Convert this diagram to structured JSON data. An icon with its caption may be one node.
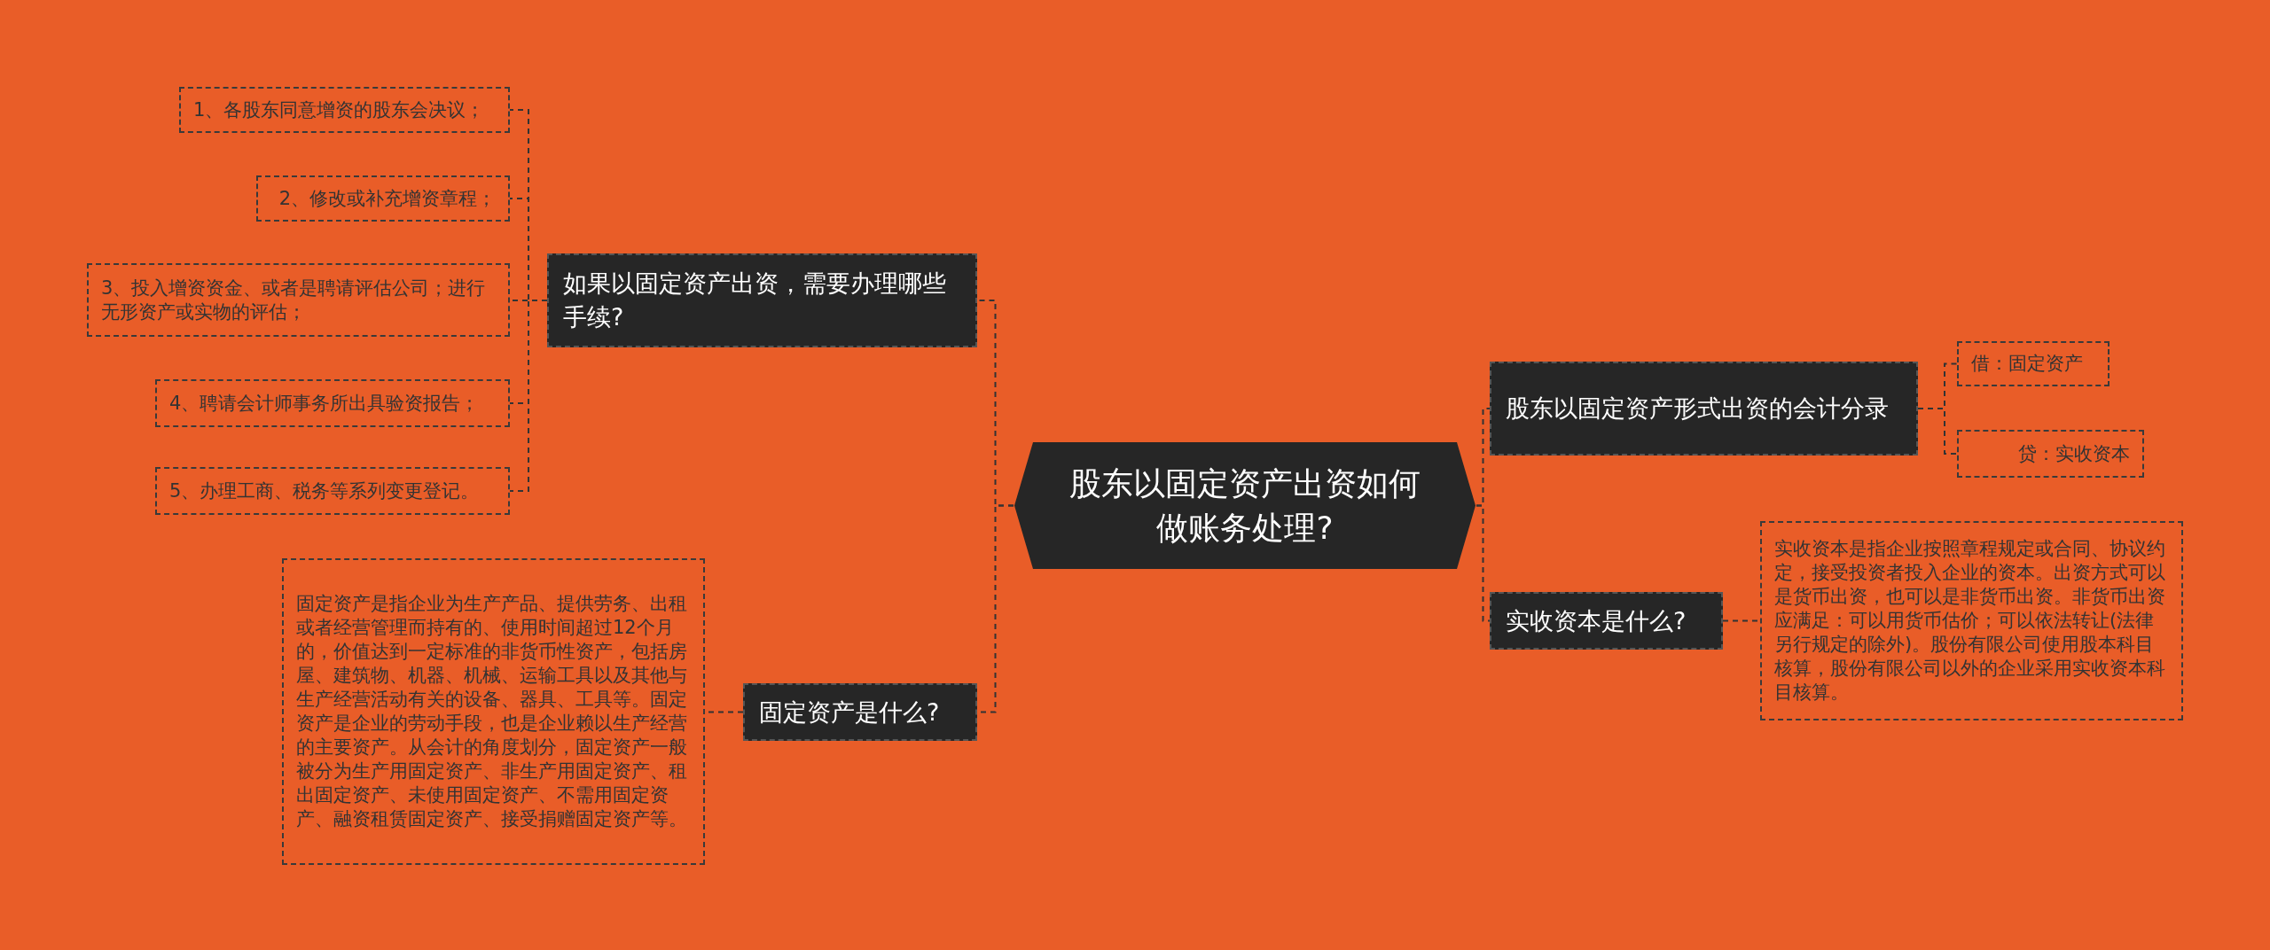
{
  "diagram": {
    "nodes": [
      {
        "text": [
          "股东以固定资产出资如何做账务处理?"
        ]
      },
      {
        "text": [
          "如果以固定资产出资，需要办理哪些手续?"
        ]
      },
      {
        "text": [
          "1、各股东同意增资的股东会决议；"
        ]
      },
      {
        "text": [
          "2、修改或补充增资章程；"
        ]
      },
      {
        "text": [
          "3、投入增资资金、或者是聘请评估公司；进行无形资产或实物的评估；"
        ]
      },
      {
        "text": [
          "4、聘请会计师事务所出具验资报告；"
        ]
      },
      {
        "text": [
          "5、办理工商、税务等系列变更登记。"
        ]
      },
      {
        "text": [
          "固定资产是什么?"
        ]
      },
      {
        "text": [
          "固定资产是指企业为生产产品、提供劳务、出租或者经营管理而持有的、使用时间超过12个月的，价值达到一定标准的非货币性资产，包括房屋、建筑物、机器、机械、运输工具以及其他与生产经营活动有关的设备、器具、工具等。固定资产是企业的劳动手段，也是企业赖以生产经营的主要资产。从会计的角度划分，固定资产一般被分为生产用固定资产、非生产用固定资产、租出固定资产、未使用固定资产、不需用固定资产、融资租赁固定资产、接受捐赠固定资产等。"
        ]
      },
      {
        "text": [
          "股东以固定资产形式出资的会计分录"
        ]
      },
      {
        "text": [
          "借：固定资产"
        ]
      },
      {
        "text": [
          "贷：实收资本"
        ]
      },
      {
        "text": [
          "实收资本是什么?"
        ]
      },
      {
        "text": [
          "实收资本是指企业按照章程规定或合同、协议约定，接受投资者投入企业的资本。出资方式可以是货币出资，也可以是非货币出资。非货币出资应满足：可以用货币估价；可以依法转让(法律另行规定的除外)。股份有限公司使用股本科目核算，股份有限公司以外的企业采用实收资本科目核算。"
        ]
      }
    ],
    "edges": [
      {
        "from": 0,
        "to": 1,
        "arrow": "none",
        "style": "dashed"
      },
      {
        "from": 1,
        "to": 2,
        "arrow": "none",
        "style": "dashed"
      },
      {
        "from": 1,
        "to": 3,
        "arrow": "none",
        "style": "dashed"
      },
      {
        "from": 1,
        "to": 4,
        "arrow": "none",
        "style": "dashed"
      },
      {
        "from": 1,
        "to": 5,
        "arrow": "none",
        "style": "dashed"
      },
      {
        "from": 1,
        "to": 6,
        "arrow": "none",
        "style": "dashed"
      },
      {
        "from": 0,
        "to": 7,
        "arrow": "none",
        "style": "dashed"
      },
      {
        "from": 7,
        "to": 8,
        "arrow": "none",
        "style": "dashed"
      },
      {
        "from": 0,
        "to": 9,
        "arrow": "none",
        "style": "dashed"
      },
      {
        "from": 9,
        "to": 10,
        "arrow": "none",
        "style": "dashed"
      },
      {
        "from": 9,
        "to": 11,
        "arrow": "none",
        "style": "dashed"
      },
      {
        "from": 0,
        "to": 12,
        "arrow": "none",
        "style": "dashed"
      },
      {
        "from": 12,
        "to": 13,
        "arrow": "none",
        "style": "dashed"
      }
    ]
  }
}
